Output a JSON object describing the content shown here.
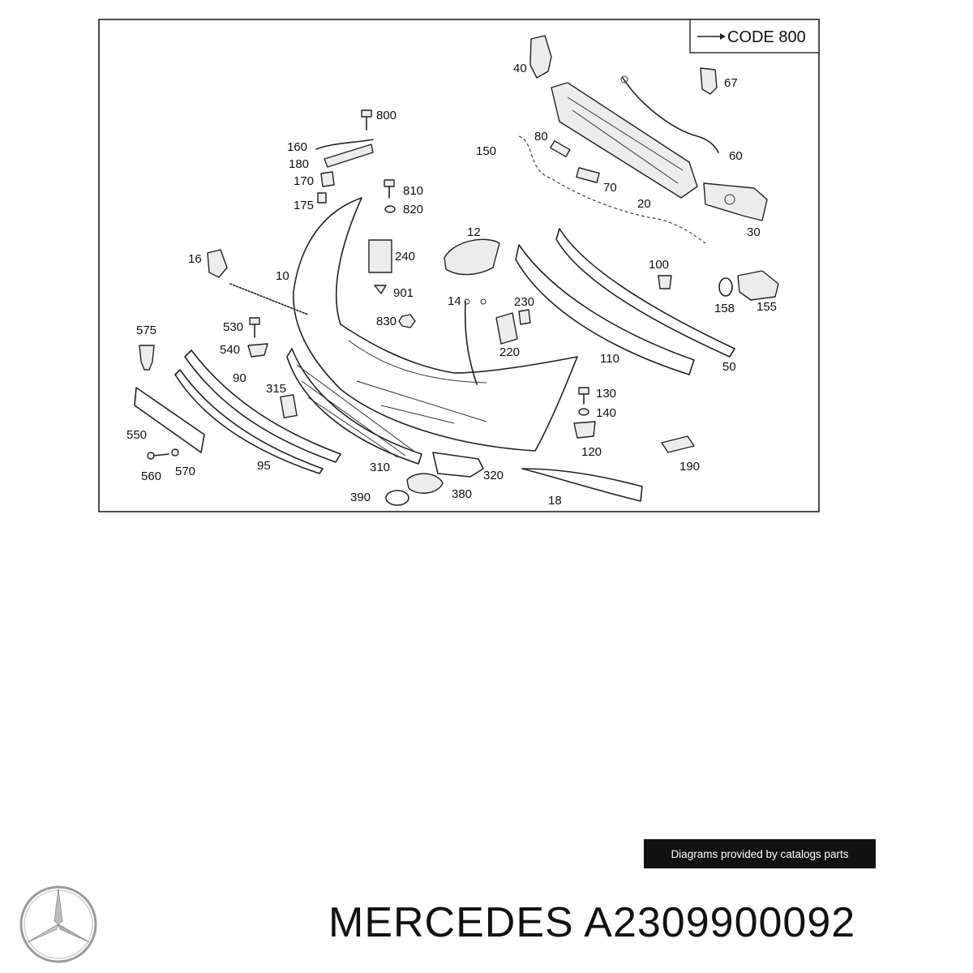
{
  "code_box": {
    "label": "CODE 800"
  },
  "callouts": {
    "c40": "40",
    "c67": "67",
    "c800": "800",
    "c160": "160",
    "c180": "180",
    "c170": "170",
    "c175": "175",
    "c150": "150",
    "c80": "80",
    "c60": "60",
    "c70": "70",
    "c20": "20",
    "c30": "30",
    "c810": "810",
    "c820": "820",
    "c12": "12",
    "c240": "240",
    "c16": "16",
    "c10": "10",
    "c901": "901",
    "c100": "100",
    "c158": "158",
    "c155": "155",
    "c14": "14",
    "c230": "230",
    "c830": "830",
    "c530": "530",
    "c575": "575",
    "c540": "540",
    "c220": "220",
    "c110": "110",
    "c50": "50",
    "c90": "90",
    "c315": "315",
    "c130": "130",
    "c140": "140",
    "c550": "550",
    "c120": "120",
    "c190": "190",
    "c560": "560",
    "c570": "570",
    "c95": "95",
    "c310": "310",
    "c320": "320",
    "c390": "390",
    "c380": "380",
    "c18": "18"
  },
  "watermark": {
    "text": "Diagrams provided by catalogs parts"
  },
  "footer": {
    "brand": "MERCEDES A2309900092",
    "logo_icon": "mercedes-star-icon"
  }
}
